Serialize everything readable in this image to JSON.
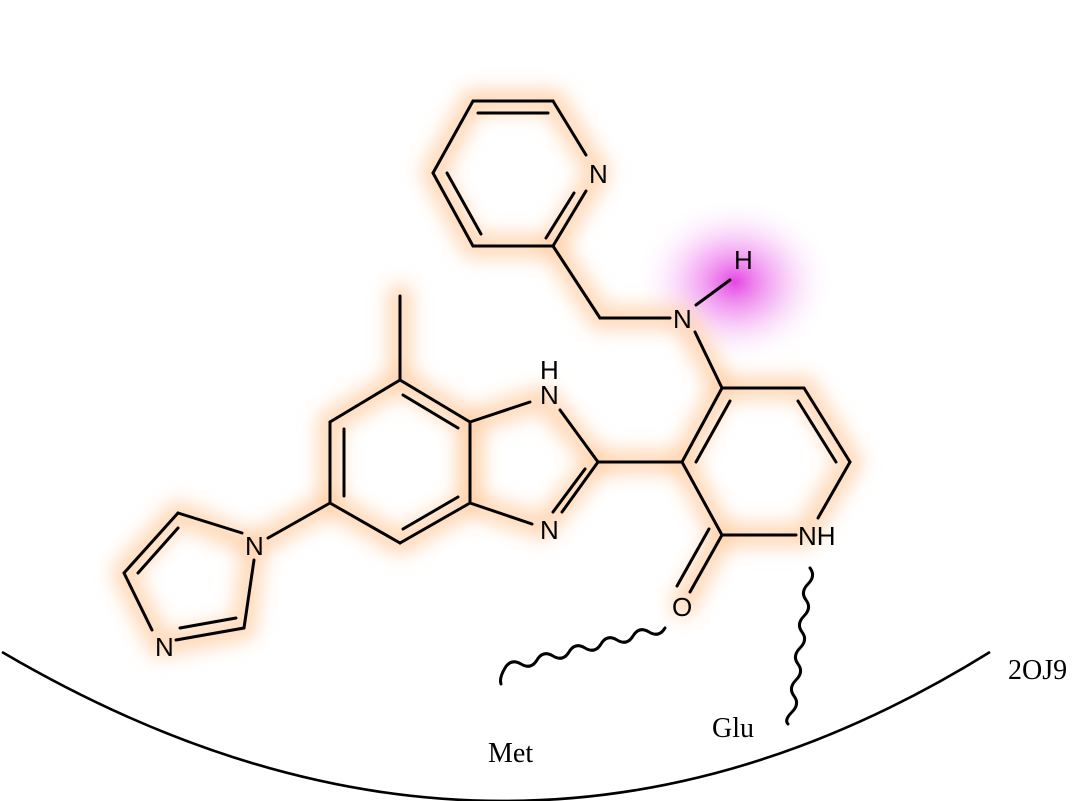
{
  "molecule": {
    "atoms": {
      "pyridine_N": "N",
      "amine_N": "N",
      "amine_H": "H",
      "benzimidazole_NH_N": "N",
      "benzimidazole_NH_H": "H",
      "benzimidazole_N": "N",
      "imidazole_N1": "N",
      "imidazole_N3": "N",
      "pyridinone_NH": "NH",
      "carbonyl_O": "O"
    }
  },
  "pocket": {
    "residues": {
      "met": "Met",
      "glu": "Glu"
    },
    "pdb_id": "2OJ9"
  },
  "colors": {
    "hydrophobic_glow": "#ffcfa6",
    "hbond_donor_glow": "#ee55ee",
    "ink": "#000000"
  }
}
